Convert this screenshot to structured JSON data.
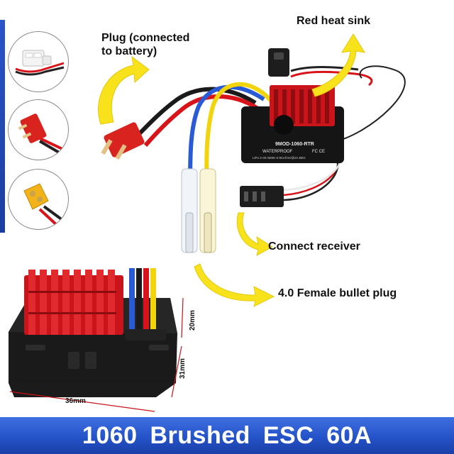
{
  "labels": {
    "battery_plug": "Plug (connected\nto battery)",
    "heat_sink": "Red heat sink",
    "receiver": "Connect receiver",
    "bullet_plug": "4.0 Female bullet plug"
  },
  "dimensions": {
    "width": "36mm",
    "depth": "31mm",
    "height": "20mm"
  },
  "esc_markings": {
    "model": "9MOD-1060-RTR",
    "waterproof": "WATERPROOF",
    "cert": "FC CE",
    "spec": "LiPo 2-3S NiMH 5-9Cell 5V@2A BEC"
  },
  "banner": {
    "title": "1060  Brushed ESC  60A"
  },
  "colors": {
    "banner_blue": "#2453c9",
    "arrow_yellow": "#f7e21c",
    "heatsink_red": "#c8141a",
    "wire_red": "#d8141a",
    "wire_blue": "#2a5bd7",
    "wire_yellow": "#f2d40c"
  },
  "icons": {
    "connector_1": "tamiya-plug-icon",
    "connector_2": "deans-t-plug-icon",
    "connector_3": "xt60-plug-icon"
  }
}
